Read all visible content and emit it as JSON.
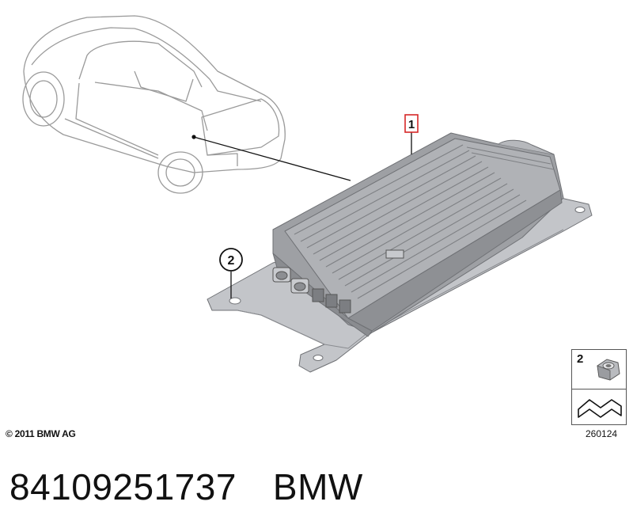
{
  "callouts": [
    {
      "label": "1"
    },
    {
      "label": "2"
    }
  ],
  "copyright": "© 2011 BMW AG",
  "legend": {
    "item_number": "2"
  },
  "diagram_number": "260124",
  "part_number": "84109251737",
  "brand": "BMW",
  "colors": {
    "callout_highlight": "#d62828",
    "part_fill": "#a9abaf",
    "outline": "#9a9a9a"
  }
}
